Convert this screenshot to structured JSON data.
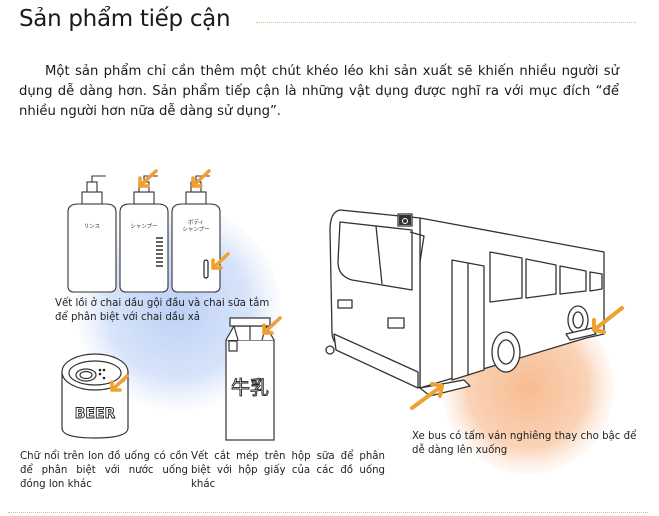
{
  "page": {
    "title": "Sản phẩm tiếp cận",
    "intro": "Một sản phẩm chỉ cần thêm một chút khéo léo khi sản xuất sẽ khiến nhiều người sử dụng dễ dàng hơn. Sản phẩm tiếp cận là những vật dụng được nghĩ ra với mục đích “để nhiều người hơn nữa dễ dàng sử dụng”."
  },
  "illustrations": {
    "bottles": {
      "labels": [
        "リンス",
        "シャンプー",
        "ボディ シャンプー"
      ],
      "caption": "Vết lồi ở chai dầu gội đầu và chai sữa tắm để phân biệt với chai dầu xả"
    },
    "can": {
      "label": "BEER",
      "caption": "Chữ nổi trên lon đồ uống có cồn để phân biệt với nước uống đóng lon khác"
    },
    "milk": {
      "label": "牛乳",
      "caption": "Vết cắt mép trên hộp sữa để phân biệt với hộp giấy của các đồ uống khác"
    },
    "bus": {
      "caption": "Xe bus có tấm ván nghiêng thay cho bậc để dễ dàng lên xuống"
    }
  },
  "colors": {
    "arrow": "#f0a030",
    "blue_blob": "#c9d9f7",
    "orange_blob": "#f9c9a4",
    "rule": "#e3b98a"
  }
}
